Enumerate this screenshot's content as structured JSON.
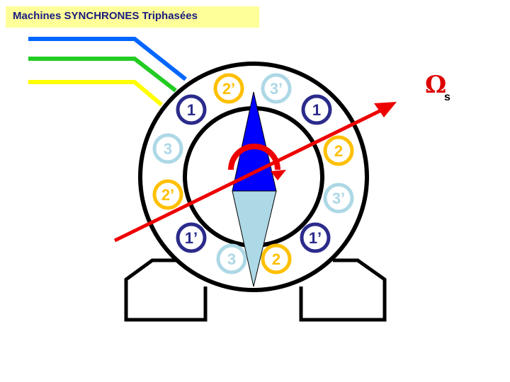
{
  "title": "Machines SYNCHRONES Triphasées",
  "speed_symbol": "Ω",
  "speed_subscript": "s",
  "colors": {
    "phase_1": "#2b2b8c",
    "phase_2": "#ffc000",
    "phase_3": "#add8e6",
    "wire_blue": "#0066ff",
    "wire_green": "#22cc22",
    "wire_yellow": "#ffff00",
    "field_axis": "#ee0000",
    "north_pole": "#0000ff",
    "south_pole": "#add8e6"
  },
  "stator_coils": [
    {
      "id": "c-1-top-left",
      "label": "1",
      "phase": "phase_1"
    },
    {
      "id": "c-2p-top",
      "label": "2’",
      "phase": "phase_2"
    },
    {
      "id": "c-3p-top",
      "label": "3’",
      "phase": "phase_3"
    },
    {
      "id": "c-1-top-right",
      "label": "1",
      "phase": "phase_1"
    },
    {
      "id": "c-3-left",
      "label": "3",
      "phase": "phase_3"
    },
    {
      "id": "c-2-right",
      "label": "2",
      "phase": "phase_2"
    },
    {
      "id": "c-2p-left",
      "label": "2’",
      "phase": "phase_2"
    },
    {
      "id": "c-3p-right",
      "label": "3’",
      "phase": "phase_3"
    },
    {
      "id": "c-1p-bottom-left",
      "label": "1’",
      "phase": "phase_1"
    },
    {
      "id": "c-3-bottom",
      "label": "3",
      "phase": "phase_3"
    },
    {
      "id": "c-2-bottom",
      "label": "2",
      "phase": "phase_2"
    },
    {
      "id": "c-1p-bottom-right",
      "label": "1’",
      "phase": "phase_1"
    }
  ]
}
